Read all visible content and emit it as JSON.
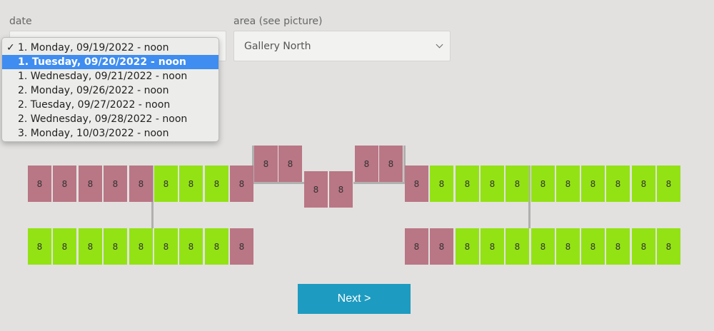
{
  "form": {
    "date_label": "date",
    "area_label": "area (see picture)",
    "area_value": "Gallery North"
  },
  "date_dropdown": {
    "checked_option": "1. Monday, 09/19/2022 - noon",
    "highlighted_option": "1. Tuesday, 09/20/2022 - noon",
    "options": [
      "1. Monday, 09/19/2022 - noon",
      "1. Tuesday, 09/20/2022 - noon",
      "1. Wednesday, 09/21/2022 - noon",
      "2. Monday, 09/26/2022 - noon",
      "2. Tuesday, 09/27/2022 - noon",
      "2. Wednesday, 09/28/2022 - noon",
      "3. Monday, 10/03/2022 - noon"
    ],
    "check_glyph": "✓"
  },
  "seat_map": {
    "seat_label": "8",
    "colors": {
      "taken": "#b97684",
      "free": "#93e214"
    },
    "top_row_left": [
      "taken",
      "taken",
      "taken",
      "taken",
      "taken",
      "free",
      "free",
      "free",
      "taken"
    ],
    "raised_left": [
      "taken",
      "taken"
    ],
    "sunken_center": [
      "taken",
      "taken"
    ],
    "raised_right": [
      "taken",
      "taken"
    ],
    "top_row_right": [
      "taken",
      "free",
      "free",
      "free",
      "free",
      "free",
      "free",
      "free",
      "free",
      "free",
      "free"
    ],
    "bottom_row_left": [
      "free",
      "free",
      "free",
      "free",
      "free",
      "free",
      "free",
      "free",
      "taken"
    ],
    "bottom_row_right": [
      "taken",
      "taken",
      "free",
      "free",
      "free",
      "free",
      "free",
      "free",
      "free",
      "free",
      "free"
    ]
  },
  "actions": {
    "next_label": "Next >"
  }
}
